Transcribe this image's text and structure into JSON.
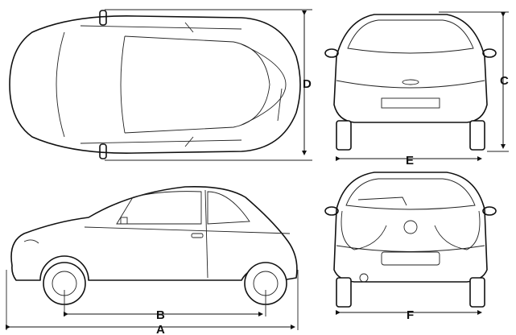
{
  "labels": {
    "a": "A",
    "b": "B",
    "c": "C",
    "d": "D",
    "e": "E",
    "f": "F"
  }
}
